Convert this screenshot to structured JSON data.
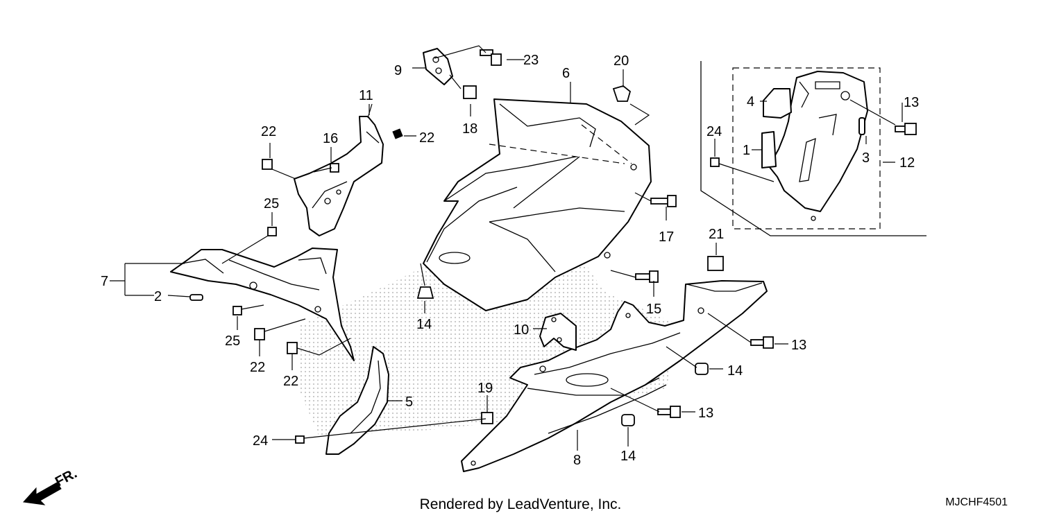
{
  "footer": {
    "credit": "Rendered by LeadVenture, Inc.",
    "diagram_code": "MJCHF4501"
  },
  "direction_indicator": {
    "label": "FR."
  },
  "callouts": [
    "1",
    "2",
    "3",
    "4",
    "5",
    "6",
    "7",
    "8",
    "9",
    "10",
    "11",
    "12",
    "13",
    "13",
    "13",
    "14",
    "14",
    "14",
    "15",
    "16",
    "17",
    "18",
    "19",
    "20",
    "21",
    "22",
    "22",
    "22",
    "22",
    "23",
    "24",
    "24",
    "25",
    "25"
  ],
  "colors": {
    "line": "#000000",
    "background": "#ffffff",
    "watermark": "#bdbdbd"
  }
}
